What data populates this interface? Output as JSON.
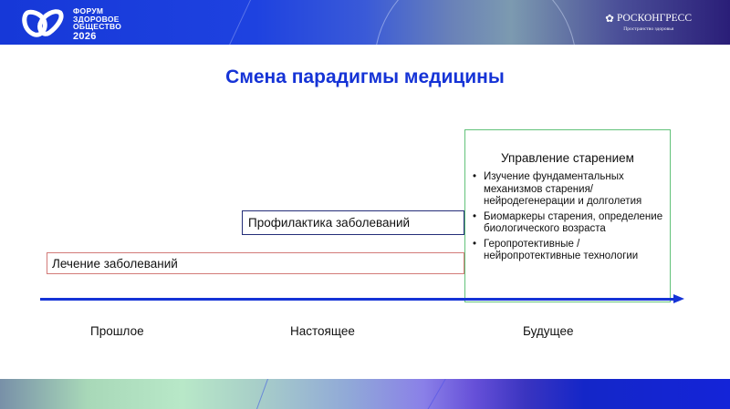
{
  "header": {
    "forum_lines": [
      "ФОРУМ",
      "ЗДОРОВОЕ",
      "ОБЩЕСТВО"
    ],
    "forum_year": "2026",
    "partner_name": "РОСКОНГРЕСС",
    "partner_subtitle": "Пространство здоровья"
  },
  "slide": {
    "title": "Смена парадигмы медицины",
    "bars": {
      "treatment": "Лечение заболеваний",
      "prevention": "Профилактика заболеваний"
    },
    "future_box": {
      "heading": "Управление старением",
      "items": [
        "Изучение фундаментальных механизмов старения/ нейродегенерации и долголетия",
        "Биомаркеры старения, определение биологического возраста",
        "Геропротективные / нейропротективные технологии"
      ]
    },
    "timeline": {
      "past": "Прошлое",
      "present": "Настоящее",
      "future": "Будущее"
    }
  },
  "colors": {
    "title_blue": "#1533d6",
    "treatment_border": "#d27a78",
    "prevention_border": "#232d78",
    "future_border": "#62c27a"
  }
}
